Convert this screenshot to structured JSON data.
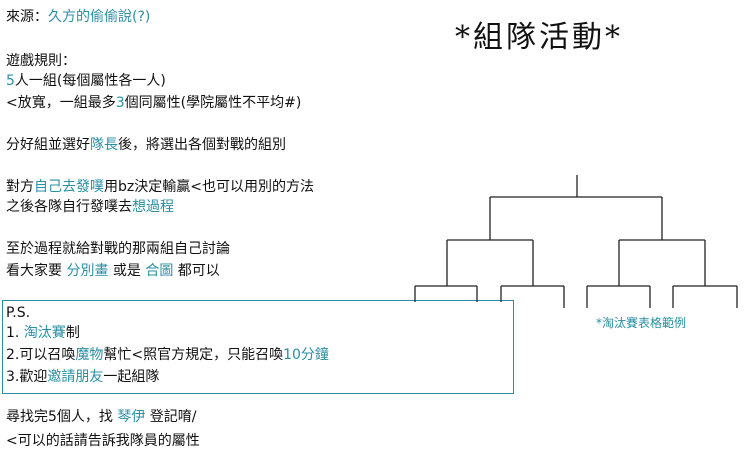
{
  "source": {
    "label": "來源：",
    "value": "久方的偷偷說(?)"
  },
  "title": "*組隊活動*",
  "rules": {
    "heading": "遊戲規則：",
    "r1": {
      "num": "5",
      "text": "人一組(每個屬性各一人)"
    },
    "r2": {
      "pre": "<放寬，一組最多",
      "num": "3",
      "post": "個同屬性(學院屬性不平均#)"
    }
  },
  "step1": {
    "pre": "分好組並選好",
    "hl": "隊長",
    "post": "後，將選出各個對戰的組別"
  },
  "step2": {
    "a_pre": "對方",
    "a_hl": "自己去發噗",
    "a_post": "用bz決定輸贏<也可以用別的方法",
    "b_pre": "之後各隊自行發噗去",
    "b_hl": "想過程"
  },
  "step3": {
    "a": "至於過程就給對戰的那兩組自己討論",
    "b_pre": "看大家要 ",
    "b_hl1": "分別畫",
    "b_mid": " 或是 ",
    "b_hl2": "合圖",
    "b_post": " 都可以"
  },
  "ps": {
    "label": "P.S.",
    "i1_pre": "1.  ",
    "i1_hl": "淘汰賽",
    "i1_post": "制",
    "i2_pre": "2.可以召喚",
    "i2_hl1": "魔物",
    "i2_mid": "幫忙<照官方規定，只能召喚",
    "i2_hl2": "10分鐘",
    "i3_pre": "3.歡迎",
    "i3_hl": "邀請朋友",
    "i3_post": "一起組隊"
  },
  "footer": {
    "a_pre": "尋找完5個人，找 ",
    "a_hl": "琴伊",
    "a_post": " 登記唷/",
    "b": "<可以的話請告訴我隊員的屬性"
  },
  "caption": "*淘汰賽表格範例",
  "colors": {
    "accent": "#2a8fa3",
    "text": "#111111",
    "lines": "#222222"
  }
}
